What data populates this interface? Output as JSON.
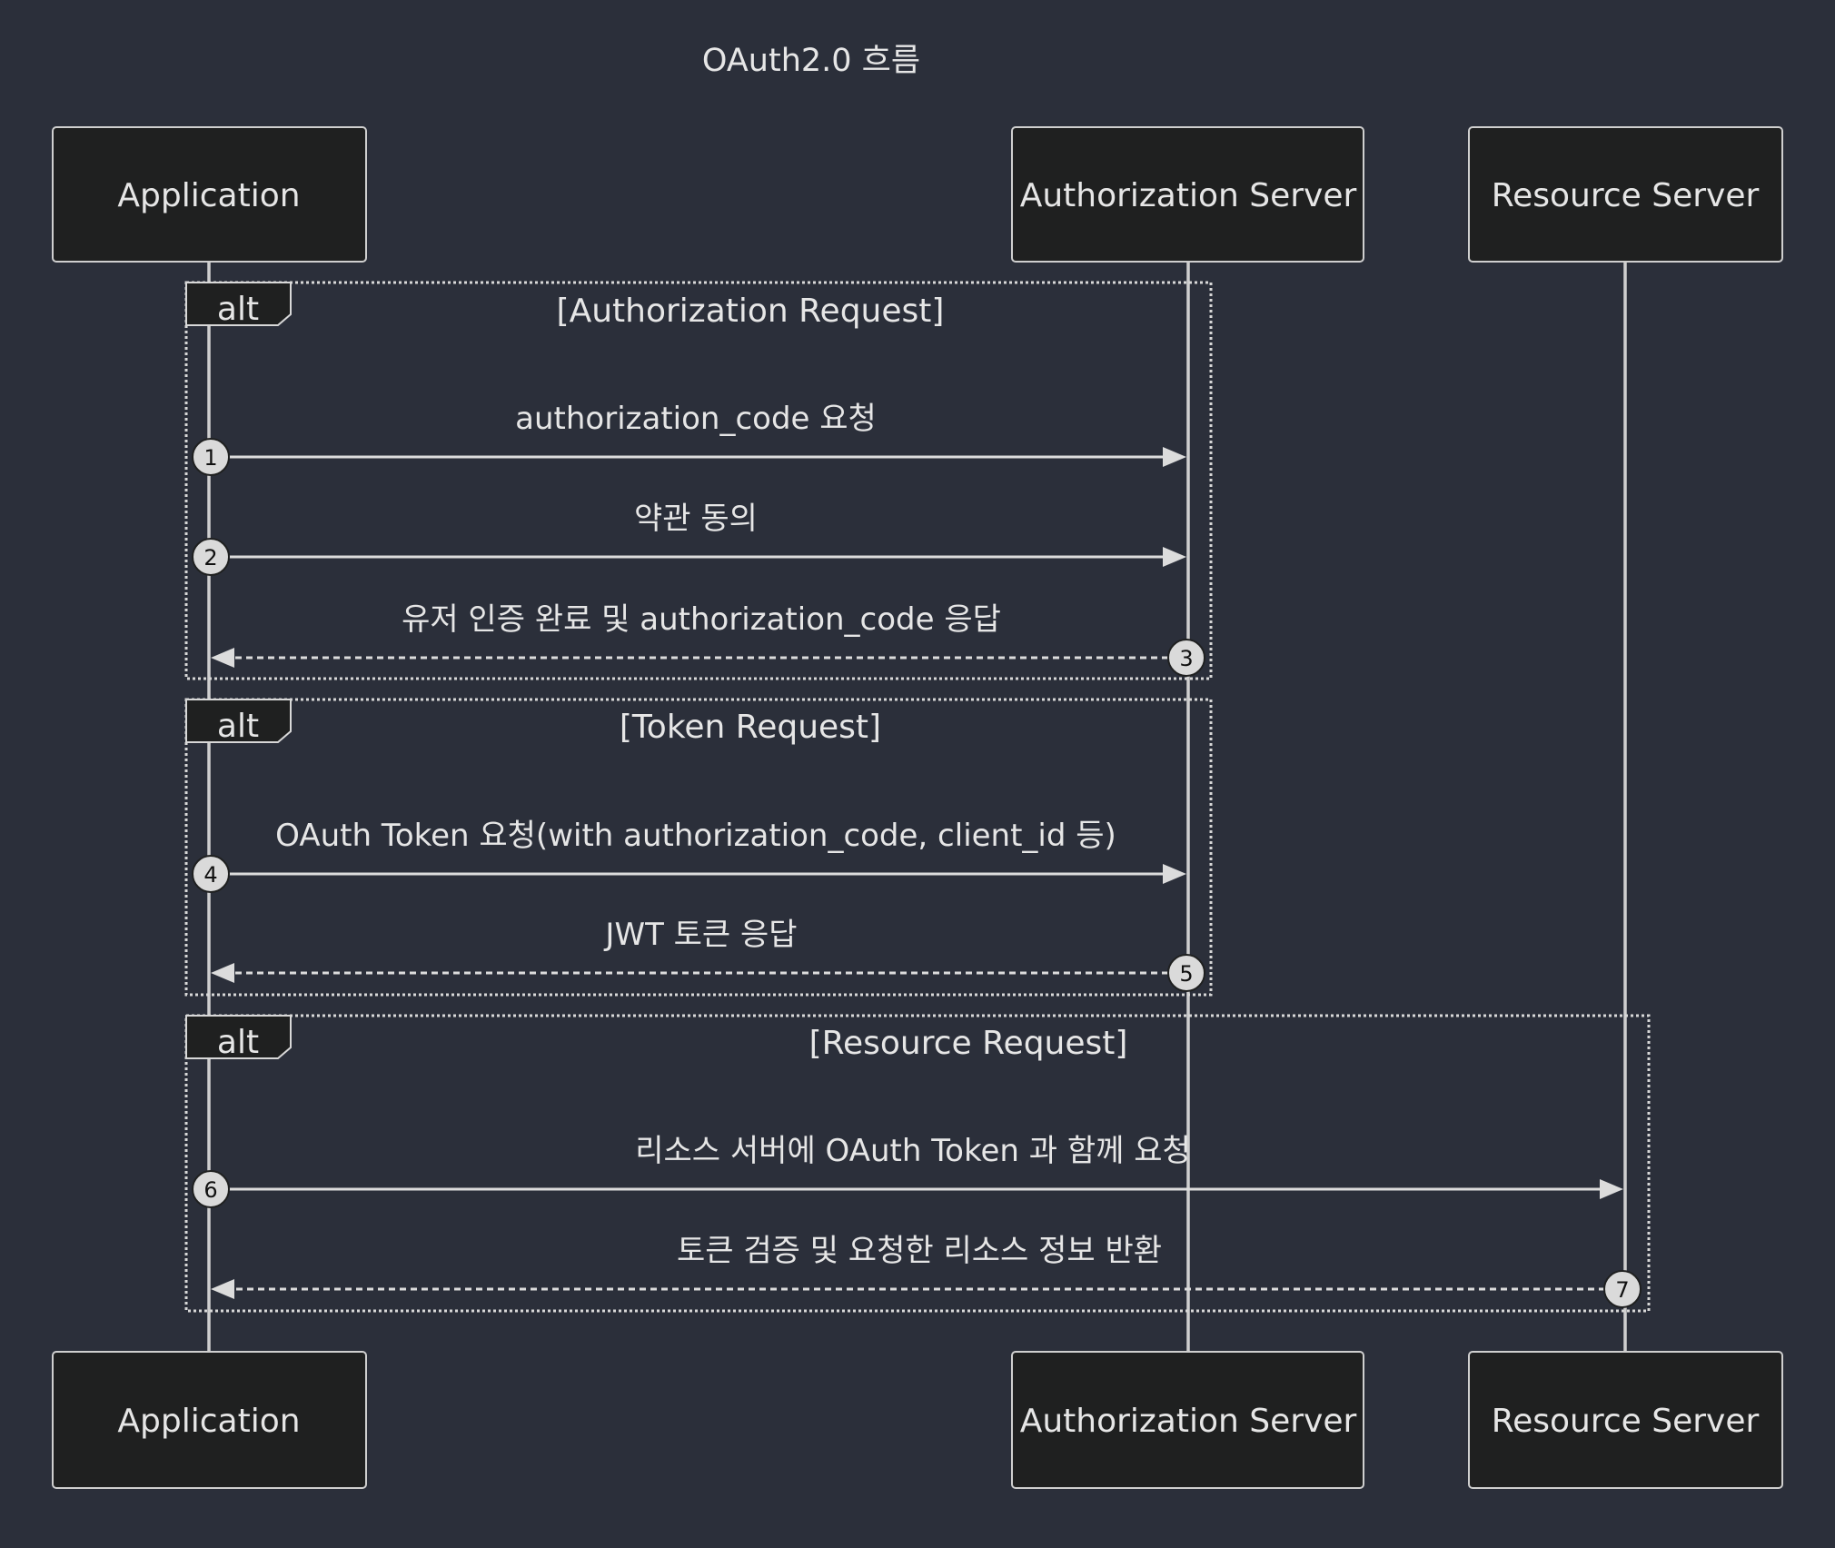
{
  "title": "OAuth2.0 흐름",
  "participants": [
    {
      "id": "app",
      "label": "Application"
    },
    {
      "id": "auth",
      "label": "Authorization Server"
    },
    {
      "id": "res",
      "label": "Resource Server"
    }
  ],
  "alt_blocks": [
    {
      "tag": "alt",
      "condition": "[Authorization Request]"
    },
    {
      "tag": "alt",
      "condition": "[Token Request]"
    },
    {
      "tag": "alt",
      "condition": "[Resource Request]"
    }
  ],
  "messages": [
    {
      "num": "1",
      "from": "app",
      "to": "auth",
      "style": "solid",
      "label": "authorization_code 요청"
    },
    {
      "num": "2",
      "from": "app",
      "to": "auth",
      "style": "solid",
      "label": "약관 동의"
    },
    {
      "num": "3",
      "from": "auth",
      "to": "app",
      "style": "dashed",
      "label": "유저 인증 완료 및 authorization_code 응답"
    },
    {
      "num": "4",
      "from": "app",
      "to": "auth",
      "style": "solid",
      "label": "OAuth Token 요청(with authorization_code, client_id 등)"
    },
    {
      "num": "5",
      "from": "auth",
      "to": "app",
      "style": "dashed",
      "label": "JWT 토큰 응답"
    },
    {
      "num": "6",
      "from": "app",
      "to": "res",
      "style": "solid",
      "label": "리소스 서버에 OAuth Token 과 함께 요청"
    },
    {
      "num": "7",
      "from": "res",
      "to": "app",
      "style": "dashed",
      "label": "토큰 검증 및 요청한 리소스 정보 반환"
    }
  ]
}
